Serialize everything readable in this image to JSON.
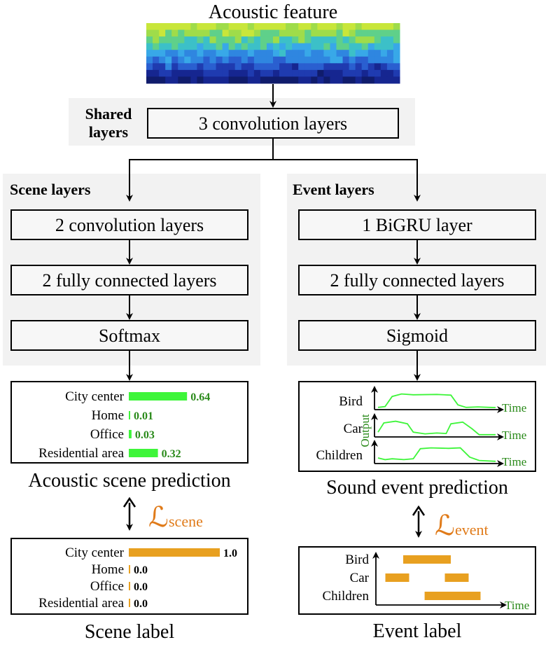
{
  "acoustic_feature": {
    "title": "Acoustic feature"
  },
  "shared": {
    "section_label_line1": "Shared",
    "section_label_line2": "layers",
    "box": "3 convolution layers"
  },
  "scene": {
    "section_label": "Scene layers",
    "boxes": [
      "2 convolution layers",
      "2 fully connected layers",
      "Softmax"
    ],
    "prediction": {
      "caption": "Acoustic scene prediction",
      "rows": [
        {
          "label": "City center",
          "value": 0.64,
          "text": "0.64"
        },
        {
          "label": "Home",
          "value": 0.01,
          "text": "0.01"
        },
        {
          "label": "Office",
          "value": 0.03,
          "text": "0.03"
        },
        {
          "label": "Residential area",
          "value": 0.32,
          "text": "0.32"
        }
      ],
      "bar_color": "#3ef53a",
      "value_color": "#2a8a1a"
    },
    "loss": {
      "symbol": "ℒ",
      "subscript": "scene",
      "color": "#e07b1a"
    },
    "label": {
      "caption": "Scene label",
      "rows": [
        {
          "label": "City center",
          "value": 1.0,
          "text": "1.0"
        },
        {
          "label": "Home",
          "value": 0.0,
          "text": "0.0"
        },
        {
          "label": "Office",
          "value": 0.0,
          "text": "0.0"
        },
        {
          "label": "Residential area",
          "value": 0.0,
          "text": "0.0"
        }
      ],
      "bar_color": "#e8a020"
    }
  },
  "event": {
    "section_label": "Event layers",
    "boxes": [
      "1 BiGRU layer",
      "2 fully connected layers",
      "Sigmoid"
    ],
    "prediction": {
      "caption": "Sound event prediction",
      "rows": [
        "Bird",
        "Car",
        "Children"
      ],
      "axis_label": "Time",
      "y_label": "Output",
      "line_color": "#3ef53a"
    },
    "loss": {
      "symbol": "ℒ",
      "subscript": "event",
      "color": "#e07b1a"
    },
    "label": {
      "caption": "Event label",
      "rows": [
        "Bird",
        "Car",
        "Children"
      ],
      "axis_label": "Time",
      "segments": [
        {
          "event": "Bird",
          "start": 0.2,
          "end": 0.6
        },
        {
          "event": "Car",
          "start": 0.05,
          "end": 0.25
        },
        {
          "event": "Car",
          "start": 0.55,
          "end": 0.75
        },
        {
          "event": "Children",
          "start": 0.38,
          "end": 0.85
        }
      ],
      "bar_color": "#e8a020"
    }
  },
  "colors": {
    "panel_bg": "#f2f2f2",
    "box_fill": "#f7f7f7",
    "time_label": "#2a8a1a"
  }
}
